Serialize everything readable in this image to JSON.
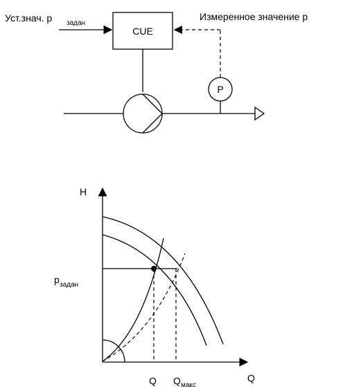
{
  "diagram": {
    "setpoint_label_main": "Уст.знач. p",
    "setpoint_label_sub": "задан",
    "controller_label": "CUE",
    "measured_label": "Измеренное значение p",
    "sensor_label": "P"
  },
  "graph": {
    "y_axis_label": "H",
    "x_axis_label": "Q",
    "p_set_main": "p",
    "p_set_sub": "задан",
    "q_tick_label": "Q",
    "qmax_tick_main": "Q",
    "qmax_tick_sub": "макс"
  }
}
